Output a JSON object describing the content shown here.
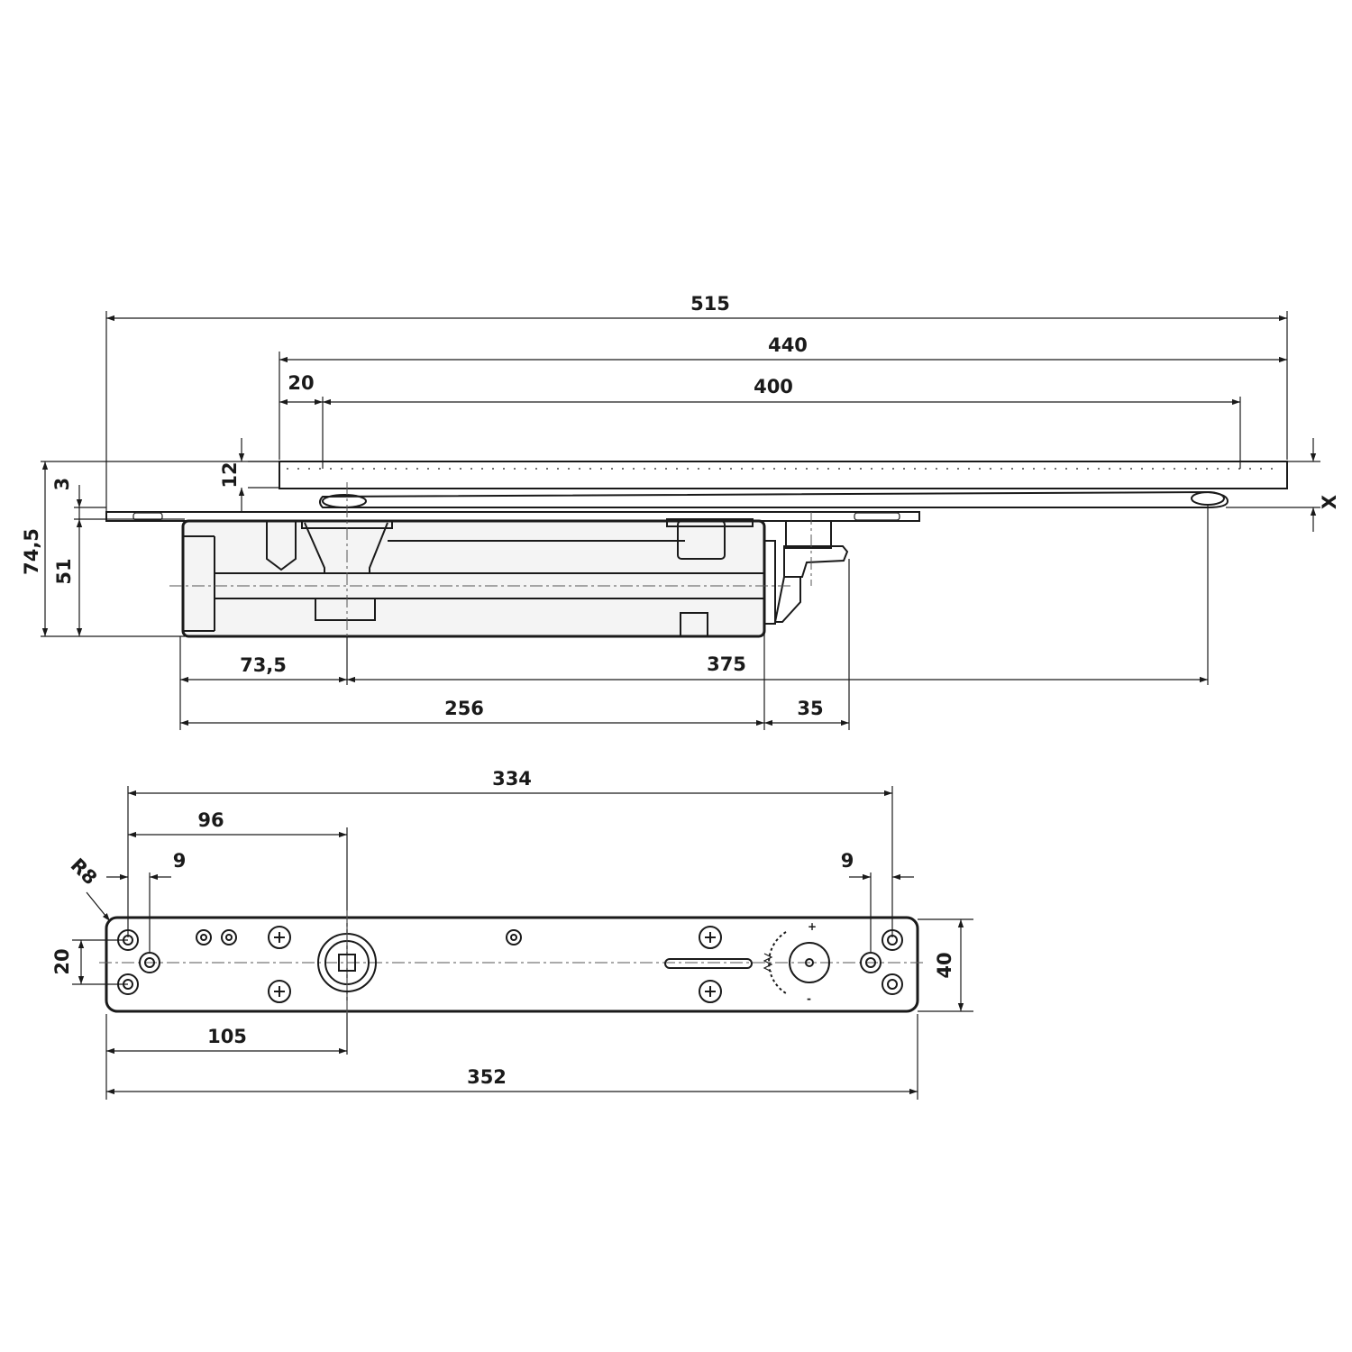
{
  "drawing": {
    "colors": {
      "ink": "#1a1a1a",
      "background": "#ffffff",
      "body": "#f4f4f4"
    },
    "side_view": {
      "dimensions": {
        "overall_length": "515",
        "slide_rail_length": "440",
        "rail_offset": "20",
        "rail_travel": "400",
        "rail_height": "12",
        "plate_thickness": "3",
        "total_height": "74,5",
        "body_height": "51",
        "spindle_offset": "73,5",
        "spindle_to_arm_end": "375",
        "body_length": "256",
        "end_cap": "35",
        "variable_gap": "X"
      }
    },
    "bottom_view": {
      "dimensions": {
        "hole_spacing": "334",
        "hole_to_spindle": "96",
        "edge_offset_left": "9",
        "edge_offset_right": "9",
        "corner_radius": "R8",
        "hole_pitch_vertical": "20",
        "plate_width": "40",
        "spindle_from_edge": "105",
        "plate_length": "352"
      }
    }
  }
}
